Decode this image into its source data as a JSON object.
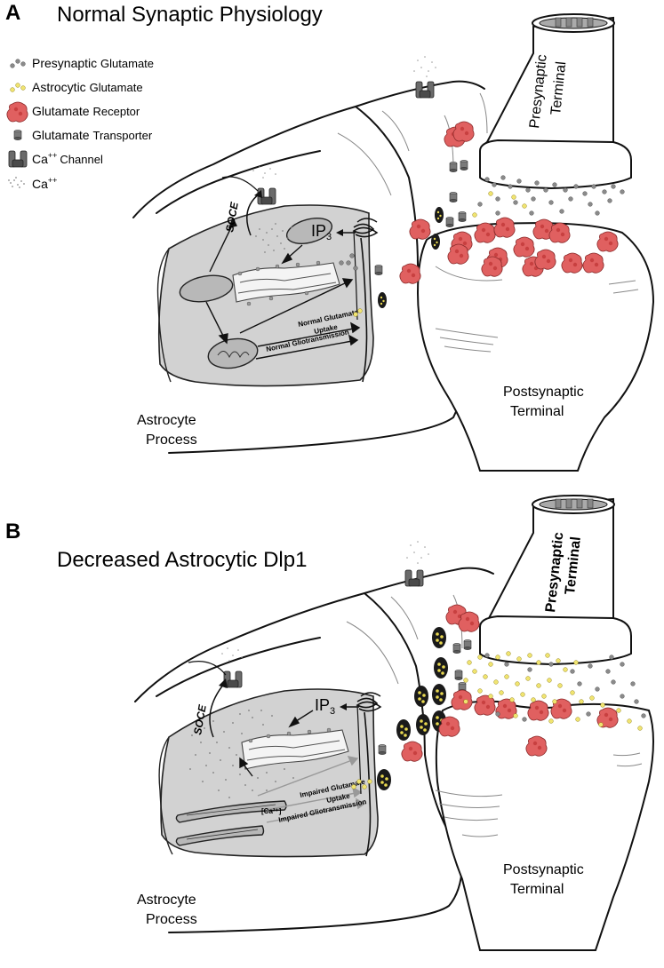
{
  "panel_a": {
    "letter": "A",
    "title": "Normal Synaptic Physiology",
    "presynaptic_label_1": "Presynaptic",
    "presynaptic_label_2": "Terminal",
    "postsynaptic_label_1": "Postsynaptic",
    "postsynaptic_label_2": "Terminal",
    "astrocyte_label_1": "Astrocyte",
    "astrocyte_label_2": "Process",
    "soce": "SOCE",
    "ip3_main": "IP",
    "ip3_sub": "3",
    "uptake_1": "Normal Glutamate",
    "uptake_2": "Uptake",
    "gliotransmission": "Normal Gliotransmission"
  },
  "panel_b": {
    "letter": "B",
    "title": "Decreased Astrocytic Dlp1",
    "presynaptic_label_1": "Presynaptic",
    "presynaptic_label_2": "Terminal",
    "postsynaptic_label_1": "Postsynaptic",
    "postsynaptic_label_2": "Terminal",
    "astrocyte_label_1": "Astrocyte",
    "astrocyte_label_2": "Process",
    "soce": "SOCE",
    "ip3_main": "IP",
    "ip3_sub": "3",
    "uptake_1": "Impaired Glutamate",
    "uptake_2": "Uptake",
    "gliotransmission": "Impaired Gliotransmission",
    "ca_label": "[Ca²⁺]"
  },
  "legend": {
    "presynaptic_glutamate_1": "Presynaptic",
    "presynaptic_glutamate_2": "Glutamate",
    "astrocytic_glutamate_1": "Astrocytic",
    "astrocytic_glutamate_2": "Glutamate",
    "glutamate_receptor_1": "Glutamate",
    "glutamate_receptor_2": "Receptor",
    "glutamate_transporter_1": "Glutamate",
    "glutamate_transporter_2": "Transporter",
    "ca_channel_1": "Ca",
    "ca_channel_sup": "++",
    "ca_channel_2": "Channel",
    "ca_1": "Ca",
    "ca_sup": "++"
  },
  "colors": {
    "receptor": "#e06060",
    "presynaptic_glutamate": "#8a8a8a",
    "astrocytic_glutamate": "#e8d850",
    "cell_gray": "#d2d2d2"
  }
}
